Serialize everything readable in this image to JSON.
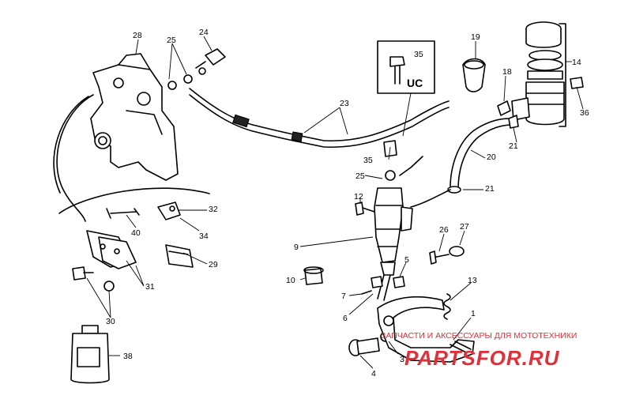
{
  "callouts": [
    "28",
    "25",
    "24",
    "35",
    "UC",
    "19",
    "14",
    "18",
    "36",
    "23",
    "35",
    "21",
    "20",
    "25",
    "21",
    "12",
    "32",
    "40",
    "34",
    "9",
    "26",
    "27",
    "29",
    "31",
    "5",
    "10",
    "13",
    "7",
    "6",
    "1",
    "30",
    "3",
    "4",
    "38"
  ],
  "watermark": {
    "tagline": "ЗАПЧАСТИ И АКСЕССУАРЫ ДЛЯ МОТОТЕХНИКИ",
    "brand": "PARTSFOR.RU",
    "color": "#e0303a"
  }
}
